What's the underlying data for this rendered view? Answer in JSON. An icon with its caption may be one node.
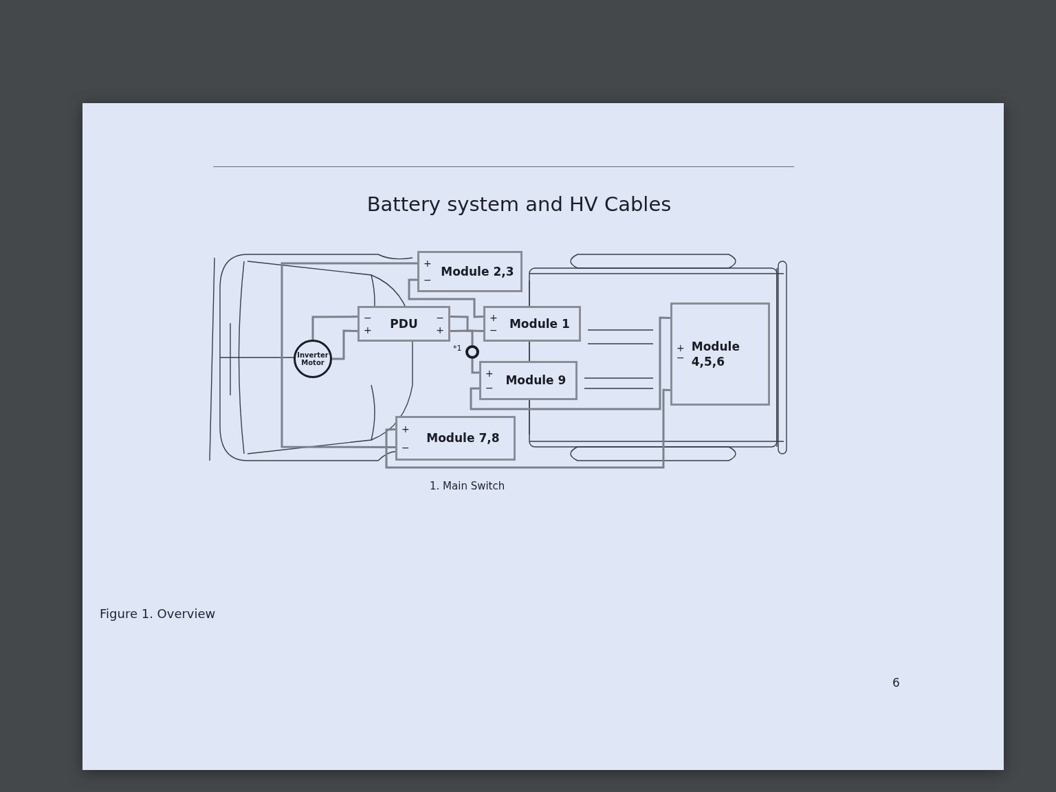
{
  "diagram": {
    "title": "Battery system and HV Cables",
    "caption": "Figure 1. Overview",
    "nodes": [
      {
        "text": [
          "+",
          "−",
          "Module 2,3"
        ]
      },
      {
        "text": [
          "−",
          "+",
          "PDU",
          "−",
          "+"
        ]
      },
      {
        "text": [
          "+",
          "−",
          "Module 1"
        ]
      },
      {
        "text": [
          "Inverter Motor"
        ]
      },
      {
        "text": [],
        "shape": "circle",
        "beside": [
          "*1"
        ]
      },
      {
        "text": [
          "+",
          "−",
          "Module 9"
        ]
      },
      {
        "text": [
          "+",
          "−",
          "Module 7,8"
        ]
      },
      {
        "text": [
          "+",
          "−",
          "Module 4,5,6"
        ]
      }
    ],
    "edges": [
      {
        "from": 3,
        "to": 1,
        "arrow": "none"
      },
      {
        "from": 3,
        "to": 1,
        "arrow": "none"
      },
      {
        "from": 1,
        "to": 2,
        "arrow": "none"
      },
      {
        "from": 1,
        "to": 4,
        "arrow": "none"
      },
      {
        "from": 4,
        "to": 5,
        "arrow": "none"
      },
      {
        "from": 0,
        "to": 2,
        "arrow": "none"
      },
      {
        "from": 5,
        "to": 7,
        "arrow": "none"
      },
      {
        "from": 7,
        "to": 6,
        "arrow": "none"
      },
      {
        "from": 6,
        "to": 0,
        "arrow": "none"
      }
    ],
    "labels": [
      "1. Main Switch",
      "6"
    ]
  }
}
